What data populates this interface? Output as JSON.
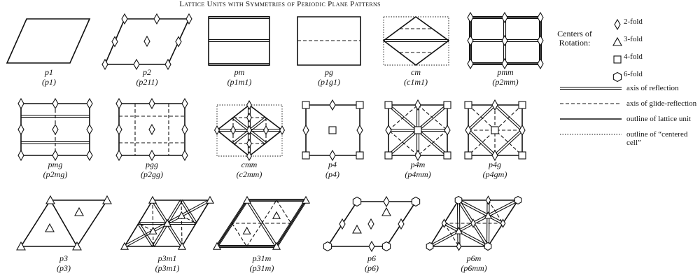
{
  "title": "Lattice Units with Symmetries of Periodic Plane Patterns",
  "patterns": [
    {
      "id": "p1",
      "name": "p1",
      "full": "(p1)"
    },
    {
      "id": "p2",
      "name": "p2",
      "full": "(p211)"
    },
    {
      "id": "pm",
      "name": "pm",
      "full": "(p1m1)"
    },
    {
      "id": "pg",
      "name": "pg",
      "full": "(p1g1)"
    },
    {
      "id": "cm",
      "name": "cm",
      "full": "(c1m1)"
    },
    {
      "id": "pmm",
      "name": "pmm",
      "full": "(p2mm)"
    },
    {
      "id": "pmg",
      "name": "pmg",
      "full": "(p2mg)"
    },
    {
      "id": "pgg",
      "name": "pgg",
      "full": "(p2gg)"
    },
    {
      "id": "cmm",
      "name": "cmm",
      "full": "(c2mm)"
    },
    {
      "id": "p4",
      "name": "p4",
      "full": "(p4)"
    },
    {
      "id": "p4m",
      "name": "p4m",
      "full": "(p4mm)"
    },
    {
      "id": "p4g",
      "name": "p4g",
      "full": "(p4gm)"
    },
    {
      "id": "p3",
      "name": "p3",
      "full": "(p3)"
    },
    {
      "id": "p3m1",
      "name": "p3m1",
      "full": "(p3m1)"
    },
    {
      "id": "p31m",
      "name": "p31m",
      "full": "(p31m)"
    },
    {
      "id": "p6",
      "name": "p6",
      "full": "(p6)"
    },
    {
      "id": "p6m",
      "name": "p6m",
      "full": "(p6mm)"
    }
  ],
  "legend": {
    "heading": "Centers of Rotation:",
    "rotations": [
      {
        "symbol": "diamond-icon",
        "label": "2-fold"
      },
      {
        "symbol": "triangle-icon",
        "label": "3-fold"
      },
      {
        "symbol": "square-icon",
        "label": "4-fold"
      },
      {
        "symbol": "hexagon-icon",
        "label": "6-fold"
      }
    ],
    "lines": [
      {
        "style": "double",
        "label": "axis of reflection"
      },
      {
        "style": "dashed",
        "label": "axis of glide-reflection"
      },
      {
        "style": "solid",
        "label": "outline of lattice unit"
      },
      {
        "style": "dotted",
        "label": "outline of “centered cell”"
      }
    ]
  }
}
